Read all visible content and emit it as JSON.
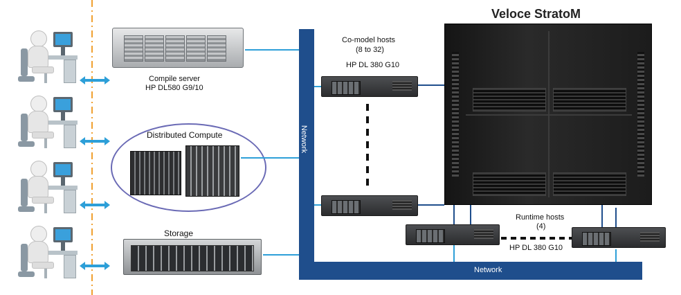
{
  "title": "Veloce StratoM",
  "labels": {
    "compile_server": "Compile server",
    "compile_model": "HP DL580 G9/10",
    "distributed_compute": "Distributed Compute",
    "storage": "Storage",
    "comodel_hosts": "Co-model hosts",
    "comodel_count": "(8 to 32)",
    "comodel_model": "HP DL 380 G10",
    "runtime_hosts": "Runtime hosts",
    "runtime_count": "(4)",
    "runtime_model": "HP DL 380 G10",
    "network_vertical": "Network",
    "network_horizontal": "Network"
  },
  "colors": {
    "network_bar": "#1f4e8c",
    "arrows": "#2d9fd8",
    "dashed_divider": "#f0a030",
    "ellipse": "#6a6ab5"
  }
}
